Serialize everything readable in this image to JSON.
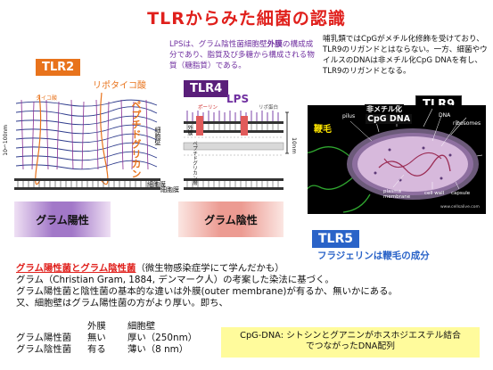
{
  "title": "TLRからみた細菌の認識",
  "tags": {
    "tlr2": "TLR2",
    "tlr4": "TLR4",
    "tlr9": "TLR9",
    "tlr5": "TLR5"
  },
  "lps_description": {
    "prefix": "LPSは、グラム陰性菌細胞壁",
    "highlight": "外膜",
    "suffix": "の構成成分であり、脂質及び多糖から構成される物質（糖脂質）である。"
  },
  "cpg_description": "哺乳類ではCpGがメチル化修飾を受けており、TLR9のリガンドとはならない。一方、細菌やウイルスのDNAは非メチル化CpG DNAを有し、TLR9のリガンドとなる。",
  "left_panel": {
    "lipoteichoic_acid": "リポタイコ酸",
    "teichoic_acid": "タイコ酸",
    "peptidoglycan": "ペプチドグリカン",
    "scale": "10～100nm",
    "cell_wall": "細胞壁",
    "membrane": "細胞膜",
    "gram": "グラム陽性"
  },
  "right_panel": {
    "lps": "LPS",
    "porin": "ポーリン",
    "lipoprotein": "リポ蛋白",
    "outer_membrane": "外膜",
    "peptidoglycan": "ペプチドグリカン層",
    "scale": "10nm",
    "membrane": "細胞膜",
    "gram": "グラム陰性"
  },
  "photo": {
    "flagella": "鞭毛",
    "unmethylated": "非メチル化",
    "cpg_dna": "CpG DNA",
    "pilus": "pilus",
    "dna": "DNA",
    "ribosomes": "ribosomes",
    "plasma_membrane": "plasma membrane",
    "cell_wall": "cell wall",
    "capsule": "capsule",
    "credit": "www.cellsalive.com"
  },
  "flagellin_note": "フラジェリンは鞭毛の成分",
  "body": {
    "heading": "グラム陽性菌とグラム陰性菌",
    "heading_suffix": "（微生物感染症学にて学んだかも）",
    "line1": "グラム（Christian Gram, 1884, デンマーク人）の考案した染法に基づく。",
    "line2": "グラム陽性菌と陰性菌の基本的な違いは外膜(outer membrane)が有るか、無いかにある。",
    "line3": "又、細胞壁はグラム陽性菌の方がより厚い。即ち、"
  },
  "table": {
    "header": [
      "",
      "外膜",
      "細胞壁"
    ],
    "rows": [
      [
        "グラム陽性菌",
        "無い",
        "厚い（250nm）"
      ],
      [
        "グラム陰性菌",
        "有る",
        "薄い（8 nm）"
      ]
    ]
  },
  "cpg_box": {
    "line1": "CpG-DNA: シトシンとグアニンがホスホジエステル結合",
    "line2": "でつながったDNA配列"
  }
}
